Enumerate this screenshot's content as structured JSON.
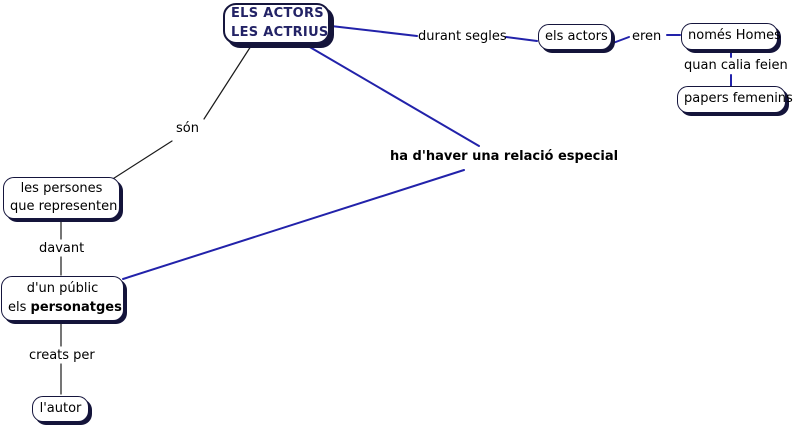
{
  "colors": {
    "link_line": "#2222aa",
    "thin_line": "#1a1a1a",
    "node_border": "#15153d",
    "node_shadow": "#14143a",
    "node_fill": "#ffffff",
    "title_text": "#232366",
    "body_text": "#000000"
  },
  "nodes": {
    "main": {
      "line1": "ELS ACTORS",
      "line2": "LES ACTRIUS"
    },
    "els_actors": {
      "label": "els actors"
    },
    "nomes_homes": {
      "label": "només Homes"
    },
    "papers_femenins": {
      "label": "papers femenins"
    },
    "les_persones": {
      "line1": "les persones",
      "line2": "que representen"
    },
    "dun_public": {
      "line1": "d'un públic",
      "line2_prefix": "els ",
      "line2_bold": "personatges"
    },
    "lautor": {
      "label": "l'autor"
    }
  },
  "links": {
    "durant_segles": "durant segles",
    "eren": "eren",
    "quan_calia_feien": "quan calia feien",
    "son": "són",
    "davant": "davant",
    "creats_per": "creats per",
    "ha_dhaver": "ha d'haver una relació especial"
  }
}
